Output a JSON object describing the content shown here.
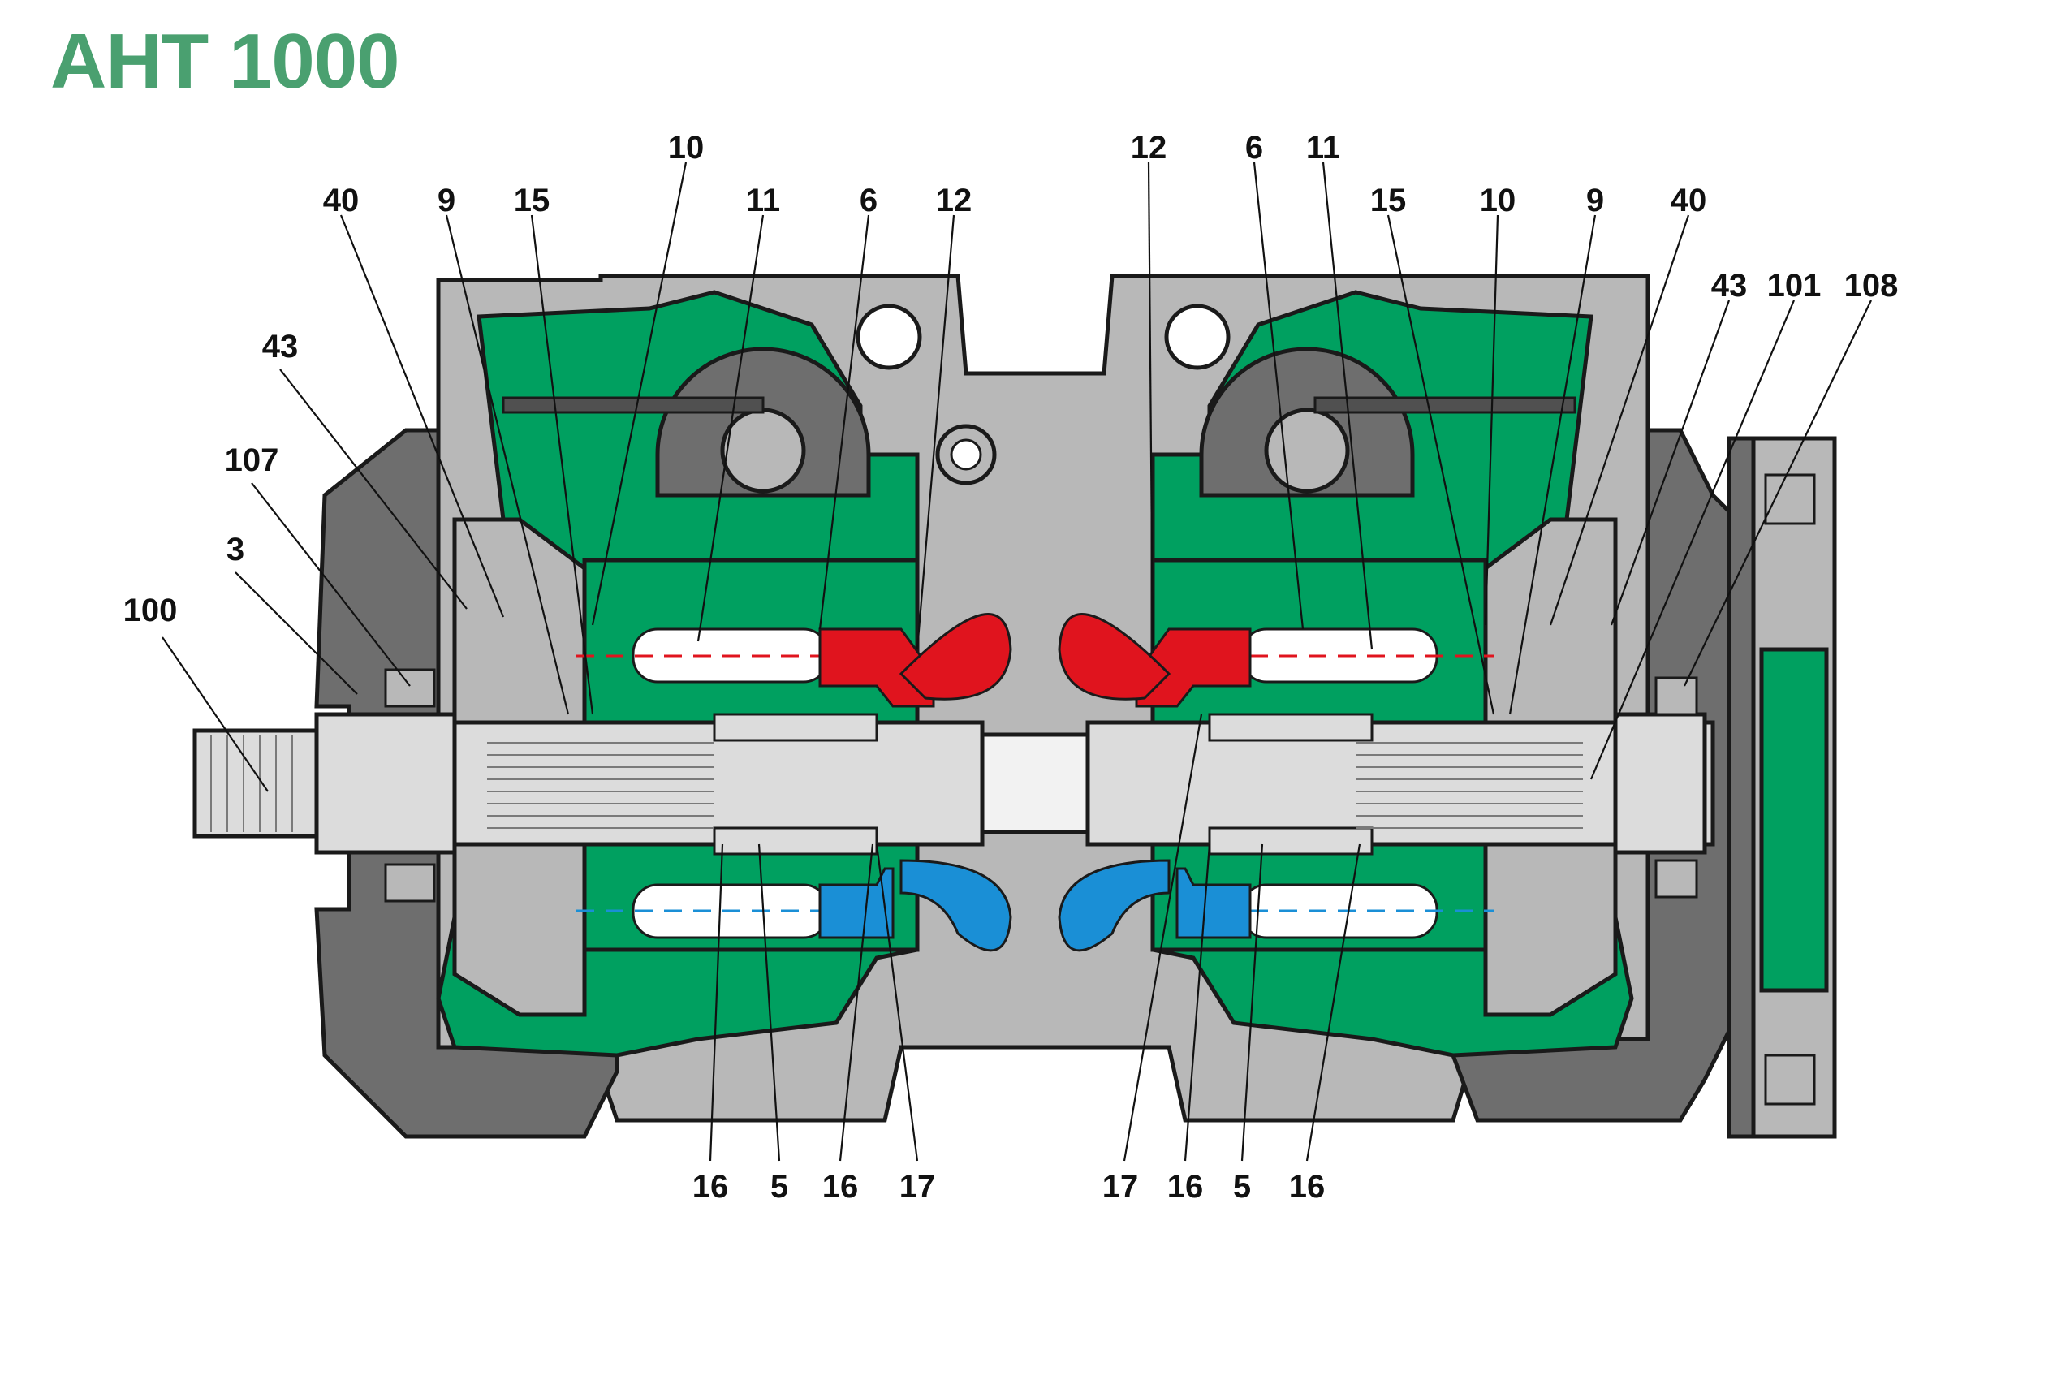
{
  "title": "AHT 1000",
  "colors": {
    "title": "#4aa070",
    "housing": "#b8b8b8",
    "housing_dark": "#6e6e6e",
    "housing_darkest": "#505050",
    "green": "#00a060",
    "green_light": "#3bbd80",
    "shaft": "#dcdcdc",
    "high_pressure": "#e0141e",
    "low_pressure": "#1a8fd6",
    "outline": "#1a1a1a"
  },
  "callouts_left_top": [
    "40",
    "9",
    "15",
    "10",
    "11",
    "6",
    "12"
  ],
  "callouts_left_side": [
    "43",
    "107",
    "3",
    "100"
  ],
  "callouts_left_bottom": [
    "16",
    "5",
    "16",
    "17"
  ],
  "callouts_right_top": [
    "12",
    "6",
    "11",
    "15",
    "10",
    "9",
    "40"
  ],
  "callouts_right_side": [
    "43",
    "101",
    "108"
  ],
  "callouts_right_bottom": [
    "17",
    "16",
    "5",
    "16"
  ]
}
